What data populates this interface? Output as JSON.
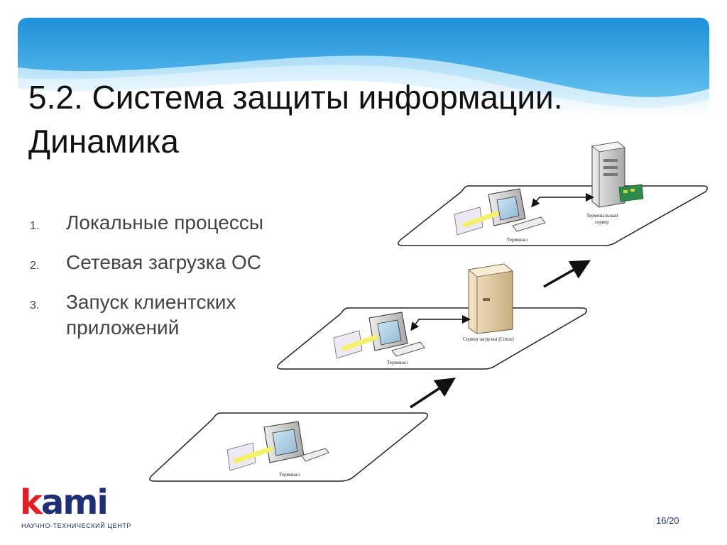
{
  "slide": {
    "title_line1": "5.2. Система защиты информации.",
    "title_line2": "Динамика",
    "list": [
      {
        "num": "1.",
        "text": "Локальные процессы"
      },
      {
        "num": "2.",
        "text": "Сетевая загрузка ОС"
      },
      {
        "num": "3.",
        "text": "Запуск клиентских приложений"
      }
    ],
    "page_number": "16/20"
  },
  "diagram": {
    "level1": {
      "terminal_label": "Терминал"
    },
    "level2": {
      "terminal_label": "Терминал",
      "server_label": "Сервер загрузки (Linux)"
    },
    "level3": {
      "terminal_label": "Терминал",
      "server_label_line1": "Терминальный",
      "server_label_line2": "сервер"
    }
  },
  "logo": {
    "word_k": "k",
    "word_rest": "ami",
    "subtitle": "НАУЧНО-ТЕХНИЧЕСКИЙ ЦЕНТР"
  },
  "colors": {
    "header_blue": "#2fa1e2",
    "logo_red": "#e31e24",
    "logo_blue": "#1f2f75"
  }
}
